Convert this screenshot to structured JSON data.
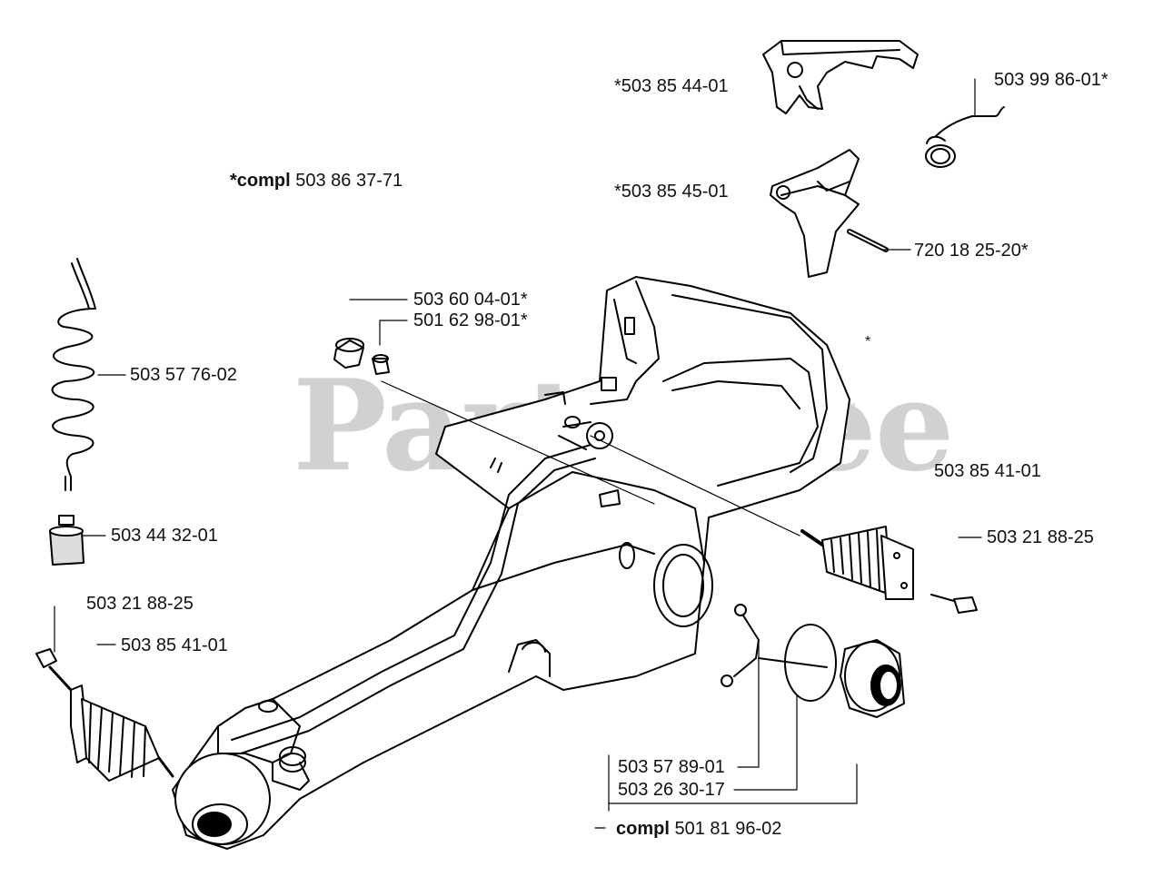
{
  "watermark": {
    "text": "PartsTree",
    "tm": "™"
  },
  "marker_asterisk": "*",
  "labels": {
    "p503_85_44_01": "*503 85 44-01",
    "p503_99_86_01": "503 99 86-01*",
    "compl_prefix": "*compl",
    "compl_503_86_37_71": "503 86 37-71",
    "p503_85_45_01": "*503 85 45-01",
    "p720_18_25_20": "720 18 25-20*",
    "p503_60_04_01": "503 60 04-01*",
    "p501_62_98_01": "501 62 98-01*",
    "p503_57_76_02": "503 57 76-02",
    "p503_85_41_01_right": "503 85 41-01",
    "p503_44_32_01": "503 44 32-01",
    "p503_21_88_25_right": "503 21 88-25",
    "p503_21_88_25_left": "503 21 88-25",
    "p503_85_41_01_left": "503 85 41-01",
    "p503_57_89_01": "503 57 89-01",
    "p503_26_30_17": "503 26 30-17",
    "compl2_prefix": "compl",
    "compl_501_81_96_02": "501 81 96-02"
  }
}
